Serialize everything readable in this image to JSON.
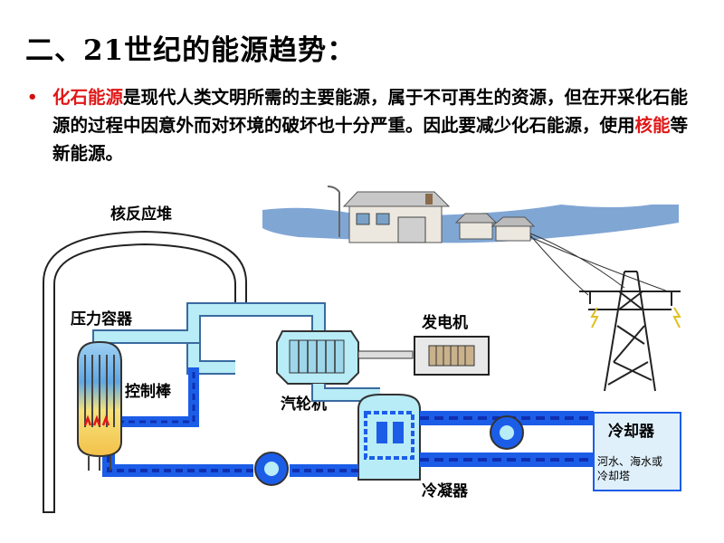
{
  "title": "二、21世纪的能源趋势：",
  "paragraph": {
    "highlight1": "化石能源",
    "text1": "是现代人类文明所需的主要能源，属于不可再生的资源，但在开采化石能源的过程中因意外而对环境的破坏也十分严重。因此要减少化石能源，使用",
    "highlight2": "核能",
    "text2": "等新能源。"
  },
  "diagram": {
    "labels": {
      "reactor": "核反应堆",
      "pressure_vessel": "压力容器",
      "control_rods": "控制棒",
      "turbine": "汽轮机",
      "generator": "发电机",
      "condenser": "冷凝器",
      "cooler": "冷却器",
      "cooler_line1": "河水、海水或",
      "cooler_line2": "冷却塔"
    },
    "colors": {
      "steam_pipe": "#b8ecf6",
      "water_pipe": "#1c5de8",
      "water_dash": "#0f2fb0",
      "sky": "#6a96cc",
      "cooler_fill": "#dff0fb",
      "accent_red": "#e01818"
    }
  }
}
